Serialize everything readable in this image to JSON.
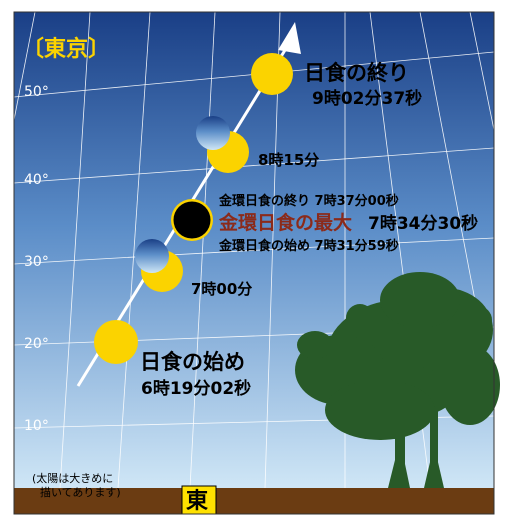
{
  "location_label": "〔東京〕",
  "altitude_ticks": [
    "50°",
    "40°",
    "30°",
    "20°",
    "10°"
  ],
  "events": {
    "end_title": "日食の終り",
    "end_time": "9時02分37秒",
    "t_815": "8時15分",
    "annular_end": "金環日食の終り 7時37分00秒",
    "max_label": "金環日食の最大",
    "max_time": "7時34分30秒",
    "annular_start": "金環日食の始め 7時31分59秒",
    "t_700": "7時00分",
    "start_title": "日食の始め",
    "start_time": "6時19分02秒"
  },
  "note": [
    "(太陽は大きめに",
    "描いてあります)"
  ],
  "direction_label": "東",
  "colors": {
    "sky_top": "#1a3f86",
    "sky_bottom": "#cfe6f6",
    "sun": "#fbd300",
    "ground": "#6b3c12",
    "tree": "#285a28",
    "highlight": "#8b2a1a",
    "direction_box": "#ffe100"
  }
}
